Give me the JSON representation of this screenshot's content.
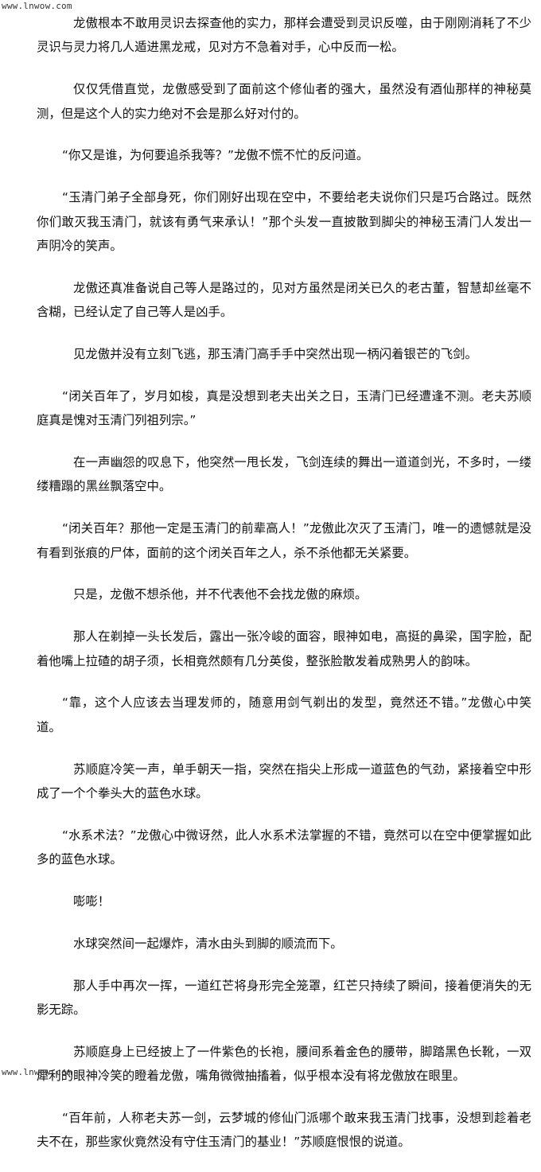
{
  "watermark": {
    "top": "www.lnwow.com",
    "bottom": "www.lnwow.com"
  },
  "paragraphs": [
    "龙傲根本不敢用灵识去探查他的实力，那样会遭受到灵识反噬，由于刚刚消耗了不少灵识与灵力将几人遁进黑龙戒，见对方不急着对手，心中反而一松。",
    "仅仅凭借直觉，龙傲感受到了面前这个修仙者的强大，虽然没有酒仙那样的神秘莫测，但是这个人的实力绝对不会是那么好对付的。",
    "“你又是谁，为何要追杀我等？”龙傲不慌不忙的反问道。",
    "“玉清门弟子全部身死，你们刚好出现在空中，不要给老夫说你们只是巧合路过。既然你们敢灭我玉清门，就该有勇气来承认！”那个头发一直披散到脚尖的神秘玉清门人发出一声阴冷的笑声。",
    "龙傲还真准备说自己等人是路过的，见对方虽然是闭关已久的老古董，智慧却丝毫不含糊，已经认定了自己等人是凶手。",
    "见龙傲并没有立刻飞逃，那玉清门高手手中突然出现一柄闪着银芒的飞剑。",
    "“闭关百年了，岁月如梭，真是没想到老夫出关之日，玉清门已经遭逢不测。老夫苏顺庭真是愧对玉清门列祖列宗。”",
    "在一声幽怨的叹息下，他突然一甩长发，飞剑连续的舞出一道道剑光，不多时，一缕缕糟蹋的黑丝飘落空中。",
    "“闭关百年？那他一定是玉清门的前辈高人！”龙傲此次灭了玉清门，唯一的遗憾就是没有看到张痕的尸体，面前的这个闭关百年之人，杀不杀他都无关紧要。",
    "只是，龙傲不想杀他，并不代表他不会找龙傲的麻烦。",
    "那人在剃掉一头长发后，露出一张冷峻的面容，眼神如电，高挺的鼻梁，国字脸，配着他嘴上拉碴的胡子须，长相竟然颇有几分英俊，整张脸散发着成熟男人的韵味。",
    "“靠，这个人应该去当理发师的，随意用剑气剃出的发型，竟然还不错。”龙傲心中笑道。",
    "苏顺庭冷笑一声，单手朝天一指，突然在指尖上形成一道蓝色的气劲，紧接着空中形成了一个个拳头大的蓝色水球。",
    "“水系术法？”龙傲心中微讶然，此人水系术法掌握的不错，竟然可以在空中便掌握如此多的蓝色水球。",
    "嘭嘭！",
    "水球突然间一起爆炸，清水由头到脚的顺流而下。",
    "那人手中再次一挥，一道红芒将身形完全笼罩，红芒只持续了瞬间，接着便消失的无影无踪。",
    "苏顺庭身上已经披上了一件紫色的长袍，腰间系着金色的腰带，脚踏黑色长靴，一双犀利的眼神冷笑的瞪着龙傲，嘴角微微抽搐着，似乎根本没有将龙傲放在眼里。",
    "“百年前，人称老夫苏一剑，云梦城的修仙门派哪个敢来我玉清门找事，没想到趁着老夫不在，那些家伙竟然没有守住玉清门的基业！”苏顺庭恨恨的说道。"
  ]
}
